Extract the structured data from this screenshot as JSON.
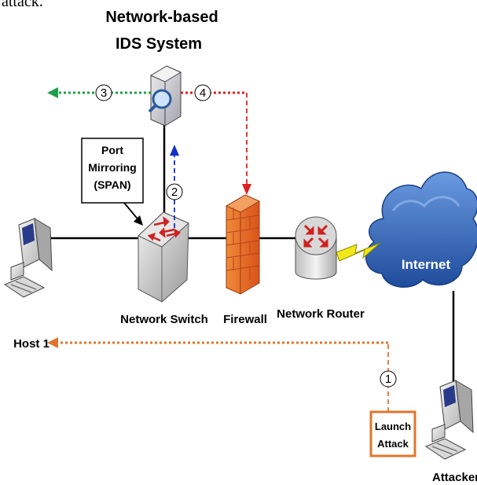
{
  "top_text": "attack.",
  "ids": {
    "title_line1": "Network-based",
    "title_line2": "IDS System"
  },
  "port_mirroring": {
    "line1": "Port",
    "line2": "Mirroring",
    "line3": "(SPAN)"
  },
  "labels": {
    "host1": "Host 1",
    "switch": "Network Switch",
    "firewall": "Firewall",
    "router": "Network Router",
    "internet": "Internet",
    "attacker": "Attacker"
  },
  "launch_attack": {
    "line1": "Launch",
    "line2": "Attack"
  },
  "steps": [
    "1",
    "2",
    "3",
    "4"
  ],
  "colors": {
    "step1_orange": "#e0762a",
    "step2_blue": "#1530c8",
    "step3_green": "#1ea04a",
    "step4_red": "#e02020",
    "cloud_blue": "#3b6fc4",
    "firewall_orange": "#e8661e",
    "lightning_yellow": "#f2e81a"
  },
  "icons": [
    "computer-icon",
    "switch-icon",
    "firewall-icon",
    "router-icon",
    "cloud-icon",
    "ids-sensor-icon",
    "lightning-icon"
  ]
}
